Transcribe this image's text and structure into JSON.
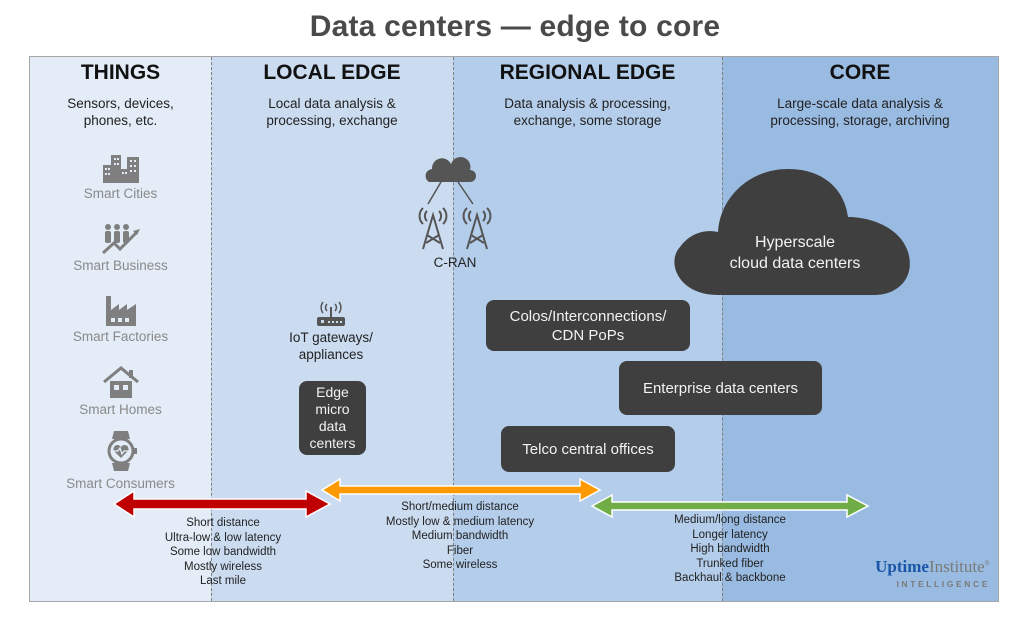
{
  "title": "Data centers — edge to core",
  "zones": [
    {
      "name": "THINGS",
      "description": "Sensors, devices, phones, etc.",
      "color": "#e3ecf7"
    },
    {
      "name": "LOCAL EDGE",
      "description": "Local data analysis & processing, exchange",
      "color": "#cbdcf1"
    },
    {
      "name": "REGIONAL EDGE",
      "description": "Data analysis & processing, exchange, some storage",
      "color": "#b4cdea"
    },
    {
      "name": "CORE",
      "description": "Large-scale data analysis & processing, storage, archiving",
      "color": "#99bbe2"
    }
  ],
  "zone_desc_lines": [
    [
      "Sensors, devices,",
      "phones, etc."
    ],
    [
      "Local data analysis &",
      "processing, exchange"
    ],
    [
      "Data analysis & processing,",
      "exchange, some storage"
    ],
    [
      "Large-scale data analysis &",
      "processing, storage, archiving"
    ]
  ],
  "things": [
    {
      "label": "Smart Cities",
      "icon": "city-buildings-icon"
    },
    {
      "label": "Smart Business",
      "icon": "business-growth-icon"
    },
    {
      "label": "Smart Factories",
      "icon": "factory-icon"
    },
    {
      "label": "Smart Homes",
      "icon": "house-icon"
    },
    {
      "label": "Smart Consumers",
      "icon": "smartwatch-icon"
    }
  ],
  "nodes": {
    "cran": "C-RAN",
    "iot_gateway": [
      "IoT gateways/",
      "appliances"
    ],
    "edge_micro": [
      "Edge",
      "micro",
      "data",
      "centers"
    ],
    "colos": [
      "Colos/Interconnections/",
      "CDN PoPs"
    ],
    "enterprise": "Enterprise data centers",
    "telco": "Telco central offices",
    "hyperscale": [
      "Hyperscale",
      "cloud data centers"
    ]
  },
  "links": [
    {
      "name": "short",
      "color": "#c00000",
      "lines": [
        "Short distance",
        "Ultra-low & low latency",
        "Some low bandwidth",
        "Mostly wireless",
        "Last mile"
      ]
    },
    {
      "name": "medium",
      "color": "#ff9900",
      "lines": [
        "Short/medium distance",
        "Mostly low & medium latency",
        "Medium bandwidth",
        "Fiber",
        "Some wireless"
      ]
    },
    {
      "name": "long",
      "color": "#70ad47",
      "lines": [
        "Medium/long distance",
        "Longer latency",
        "High bandwidth",
        "Trunked fiber",
        "Backhaul & backbone"
      ]
    }
  ],
  "logo": {
    "brand_bold": "Uptime",
    "brand_rest": "Institute",
    "reg": "®",
    "sub": "INTELLIGENCE"
  },
  "colors": {
    "dark_box": "#3f3f3f",
    "icon_gray": "#7f7f7f",
    "title": "#4a4a4a"
  }
}
